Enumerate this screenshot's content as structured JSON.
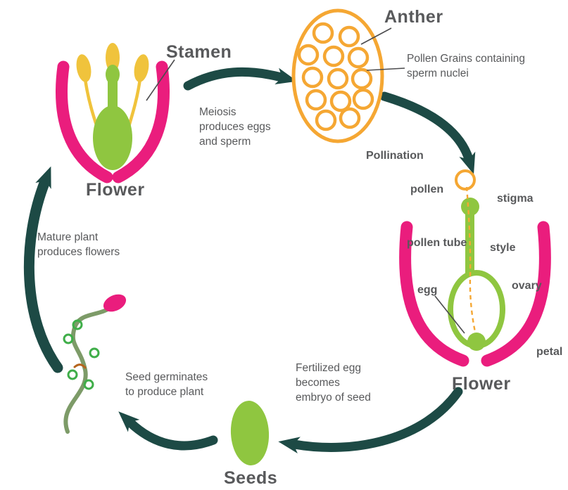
{
  "stages": {
    "flower_top": "Flower",
    "anther": "Anther",
    "flower_right": "Flower",
    "seeds": "Seeds"
  },
  "labels": {
    "stamen": "Stamen",
    "pollination": "Pollination",
    "pollen": "pollen",
    "stigma": "stigma",
    "pollen_tube": "pollen tube",
    "style": "style",
    "egg": "egg",
    "ovary": "ovary",
    "petal": "petal"
  },
  "annotations": {
    "meiosis": "Meiosis produces eggs and sperm",
    "pollen_grains": "Pollen Grains containing sperm nuclei",
    "mature_plant": "Mature plant produces flowers",
    "seed_germinates": "Seed germinates to produce plant",
    "fertilized_egg": "Fertilized egg becomes embryo of seed"
  },
  "colors": {
    "arrow": "#1d4a45",
    "pink": "#ea1d7d",
    "green": "#8fc640",
    "orange": "#f5a733",
    "yellow": "#f0c33c",
    "text": "#58595b",
    "stem": "#7d9b68",
    "leaf": "#3fae49"
  }
}
